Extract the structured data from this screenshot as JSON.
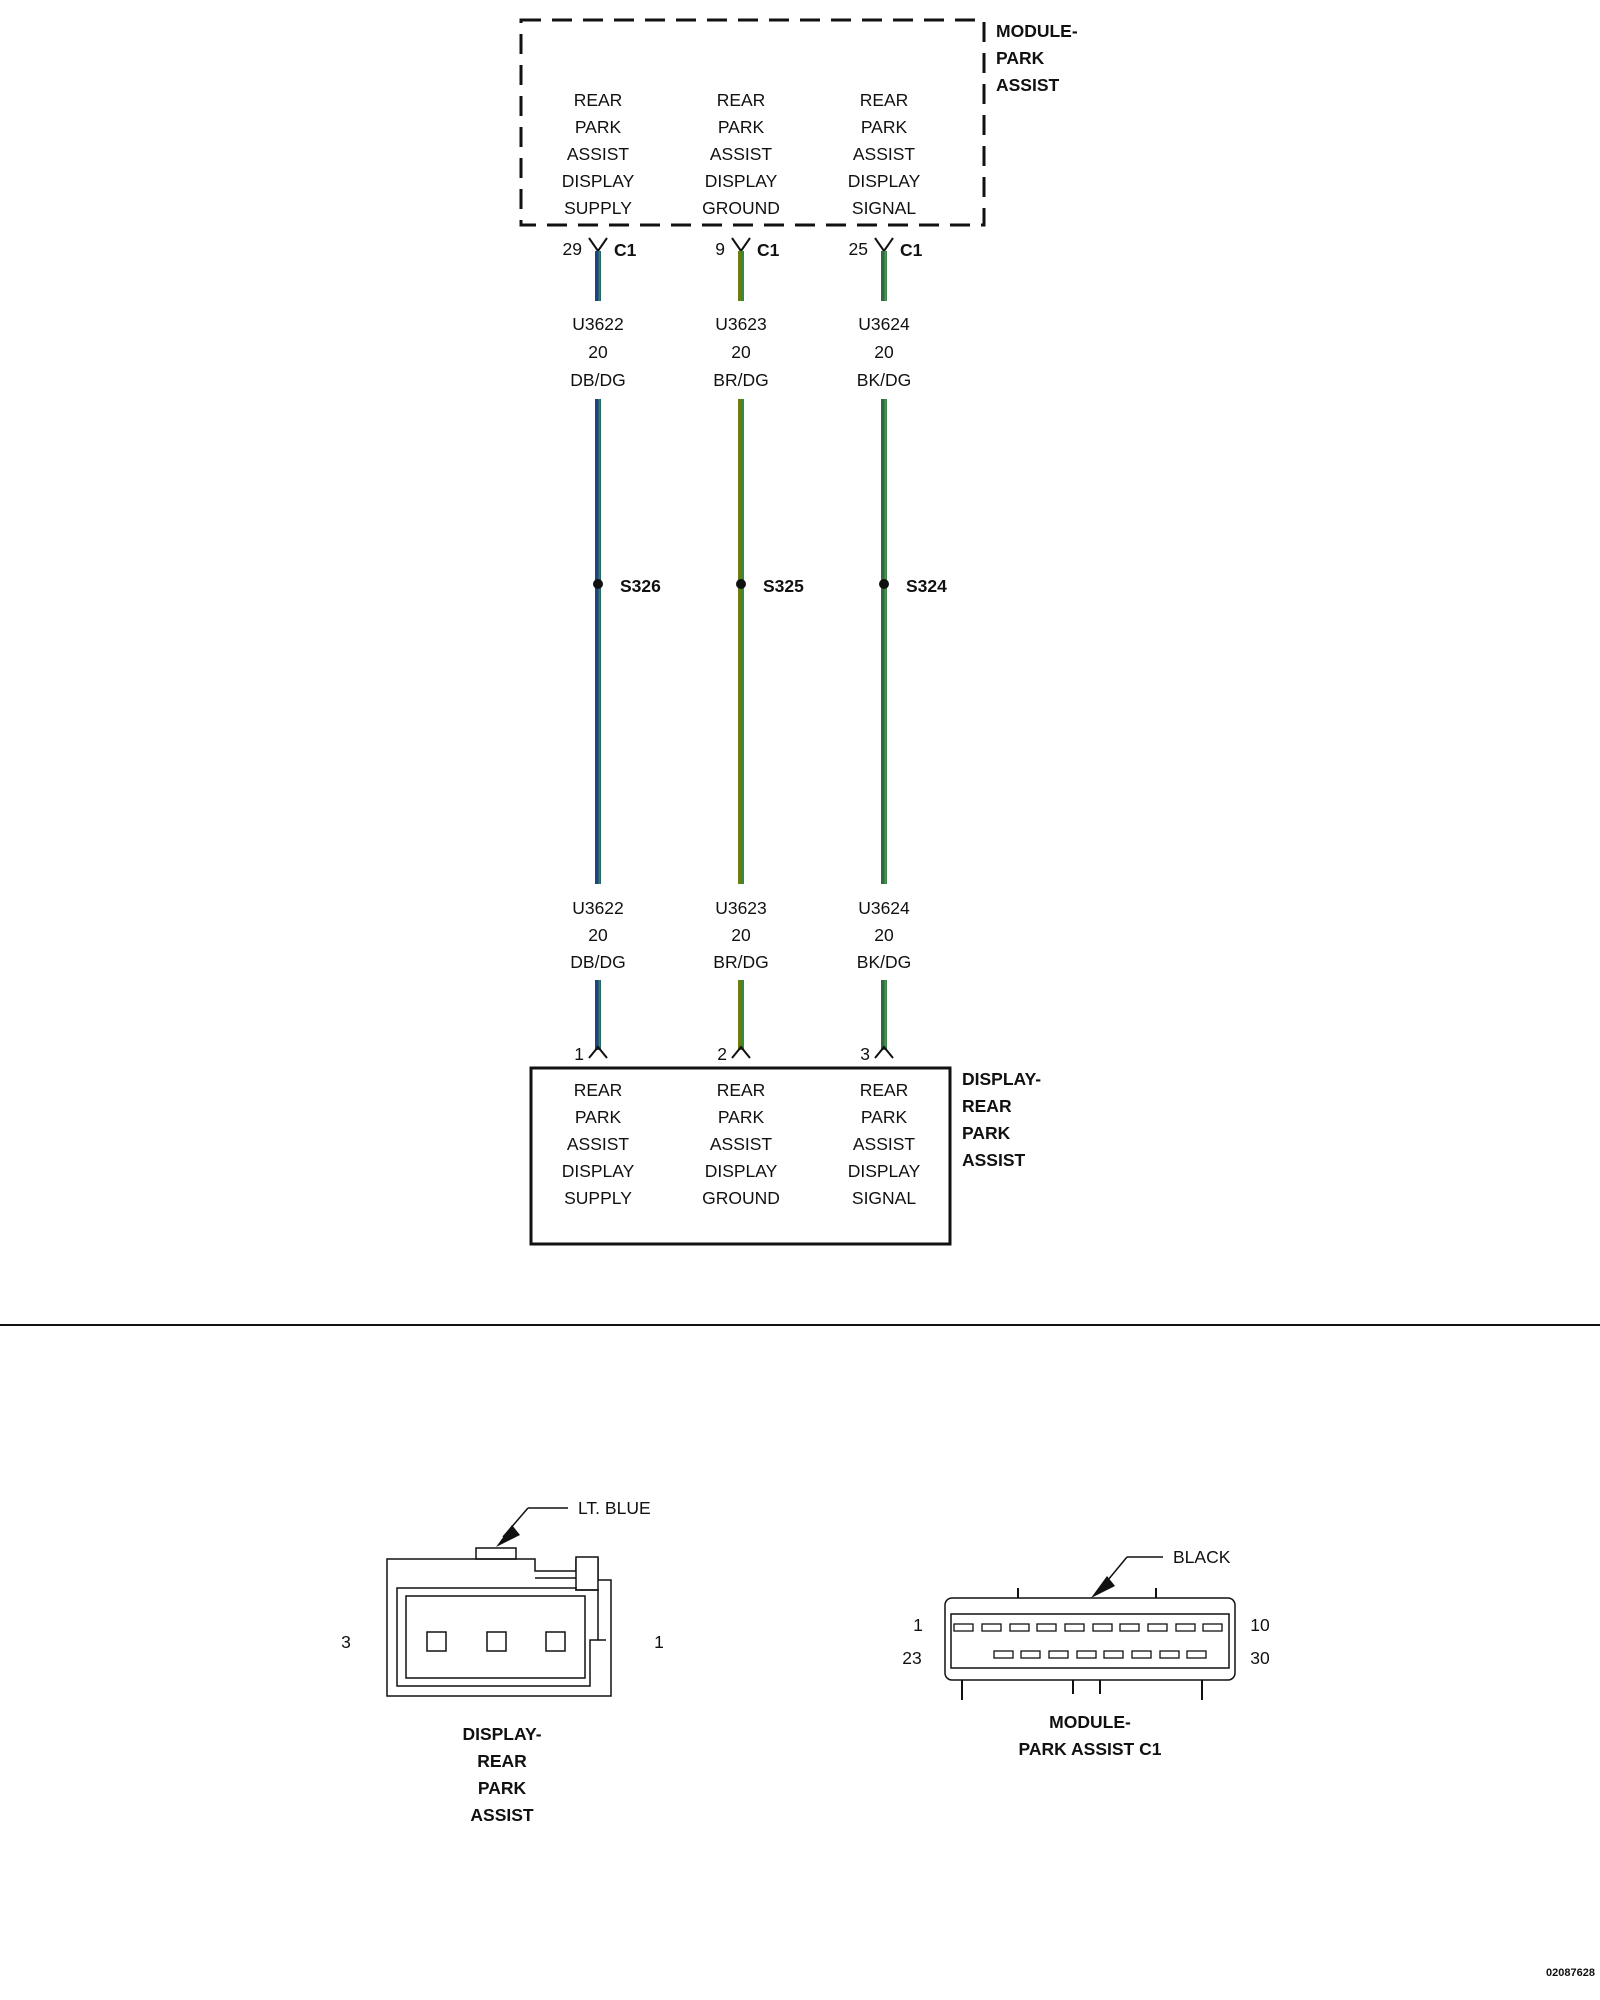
{
  "module": {
    "name_lines": [
      "MODULE-",
      "PARK",
      "ASSIST"
    ],
    "pins": [
      {
        "lines": [
          "REAR",
          "PARK",
          "ASSIST",
          "DISPLAY",
          "SUPPLY"
        ],
        "pin": "29",
        "connector": "C1"
      },
      {
        "lines": [
          "REAR",
          "PARK",
          "ASSIST",
          "DISPLAY",
          "GROUND"
        ],
        "pin": "9",
        "connector": "C1"
      },
      {
        "lines": [
          "REAR",
          "PARK",
          "ASSIST",
          "DISPLAY",
          "SIGNAL"
        ],
        "pin": "25",
        "connector": "C1"
      }
    ]
  },
  "wires": [
    {
      "circuit": "U3622",
      "gauge": "20",
      "color_code": "DB/DG",
      "splice": "S326",
      "color_main": "#1f3f8f",
      "color_stripe": "#2e8b3a"
    },
    {
      "circuit": "U3623",
      "gauge": "20",
      "color_code": "BR/DG",
      "splice": "S325",
      "color_main": "#6b7d0f",
      "color_stripe": "#2e8b3a"
    },
    {
      "circuit": "U3624",
      "gauge": "20",
      "color_code": "BK/DG",
      "splice": "S324",
      "color_main": "#2f6b3c",
      "color_stripe": "#4a9a55"
    }
  ],
  "display": {
    "name_lines": [
      "DISPLAY-",
      "REAR",
      "PARK",
      "ASSIST"
    ],
    "pins": [
      {
        "lines": [
          "REAR",
          "PARK",
          "ASSIST",
          "DISPLAY",
          "SUPPLY"
        ],
        "pin": "1"
      },
      {
        "lines": [
          "REAR",
          "PARK",
          "ASSIST",
          "DISPLAY",
          "GROUND"
        ],
        "pin": "2"
      },
      {
        "lines": [
          "REAR",
          "PARK",
          "ASSIST",
          "DISPLAY",
          "SIGNAL"
        ],
        "pin": "3"
      }
    ]
  },
  "connector_views": {
    "display_connector": {
      "color_label": "LT. BLUE",
      "pin_left": "3",
      "pin_right": "1",
      "name_lines": [
        "DISPLAY-",
        "REAR",
        "PARK",
        "ASSIST"
      ]
    },
    "module_connector": {
      "color_label": "BLACK",
      "pin_top_left": "1",
      "pin_top_right": "10",
      "pin_bottom_left": "23",
      "pin_bottom_right": "30",
      "name_lines": [
        "MODULE-",
        "PARK ASSIST C1"
      ]
    }
  },
  "figure_id": "02087628"
}
